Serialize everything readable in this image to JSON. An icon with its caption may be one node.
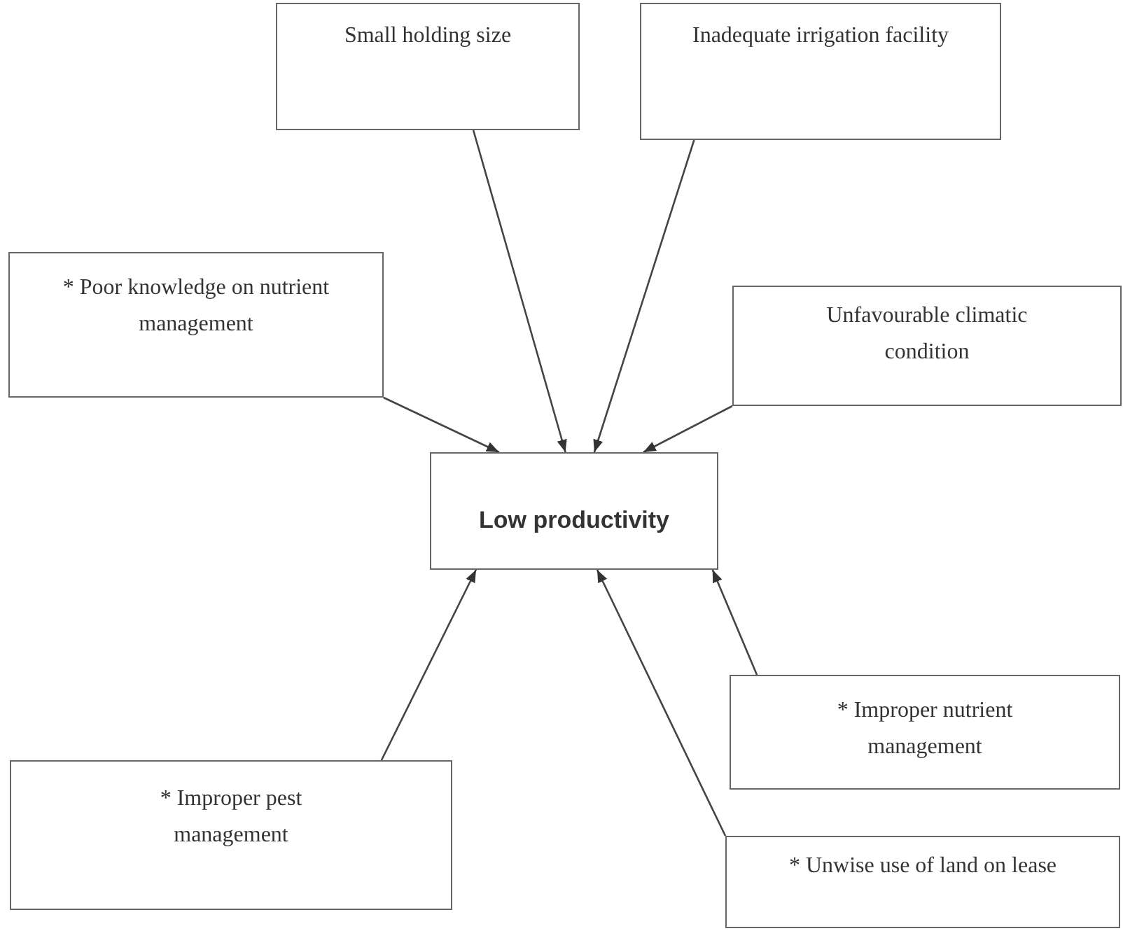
{
  "diagram": {
    "nodes": [
      {
        "text": [
          "Small holding size"
        ]
      },
      {
        "text": [
          "Inadequate irrigation facility"
        ]
      },
      {
        "text": [
          "* Poor knowledge on nutrient management"
        ]
      },
      {
        "text": [
          "Unfavourable climatic condition"
        ]
      },
      {
        "text": [
          "Low productivity"
        ]
      },
      {
        "text": [
          "* Improper nutrient management"
        ]
      },
      {
        "text": [
          "* Improper pest management"
        ]
      },
      {
        "text": [
          "* Unwise use of land on lease"
        ]
      }
    ],
    "edges": [
      {
        "from": 0,
        "to": 4,
        "arrow": "to"
      },
      {
        "from": 1,
        "to": 4,
        "arrow": "to"
      },
      {
        "from": 2,
        "to": 4,
        "arrow": "to"
      },
      {
        "from": 3,
        "to": 4,
        "arrow": "to"
      },
      {
        "from": 6,
        "to": 4,
        "arrow": "to"
      },
      {
        "from": 7,
        "to": 4,
        "arrow": "to"
      },
      {
        "from": 5,
        "to": 4,
        "arrow": "to"
      }
    ]
  }
}
